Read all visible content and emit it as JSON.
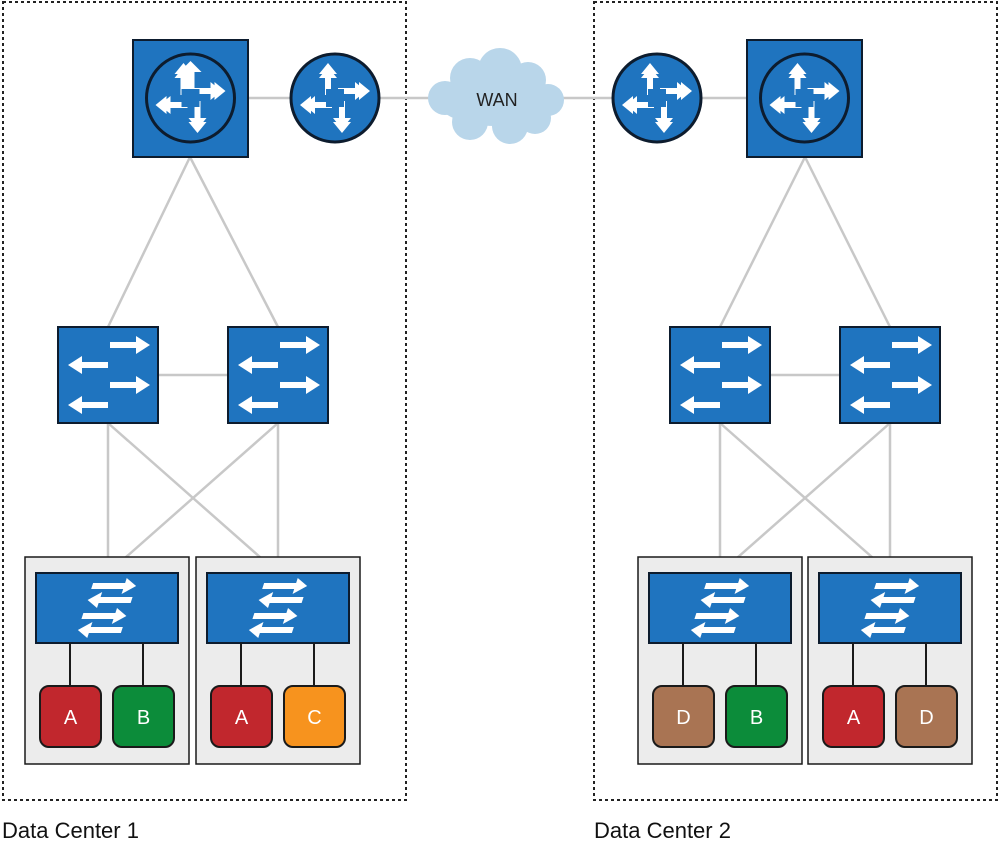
{
  "wan": {
    "label": "WAN"
  },
  "colors": {
    "device_blue": "#1f74bf",
    "device_stroke": "#0d1c2e",
    "link": "#c8c8c8",
    "rack_bg": "#ececec",
    "cloud": "#b9d6ea",
    "vm_red": "#c1272d",
    "vm_green": "#0c8c3a",
    "vm_orange": "#f7931e",
    "vm_brown": "#a97453"
  },
  "datacenters": [
    {
      "label": "Data Center 1",
      "racks": [
        {
          "vms": [
            {
              "label": "A",
              "color": "red"
            },
            {
              "label": "B",
              "color": "green"
            }
          ]
        },
        {
          "vms": [
            {
              "label": "A",
              "color": "red"
            },
            {
              "label": "C",
              "color": "orange"
            }
          ]
        }
      ]
    },
    {
      "label": "Data Center 2",
      "racks": [
        {
          "vms": [
            {
              "label": "D",
              "color": "brown"
            },
            {
              "label": "B",
              "color": "green"
            }
          ]
        },
        {
          "vms": [
            {
              "label": "A",
              "color": "red"
            },
            {
              "label": "D",
              "color": "brown"
            }
          ]
        }
      ]
    }
  ]
}
